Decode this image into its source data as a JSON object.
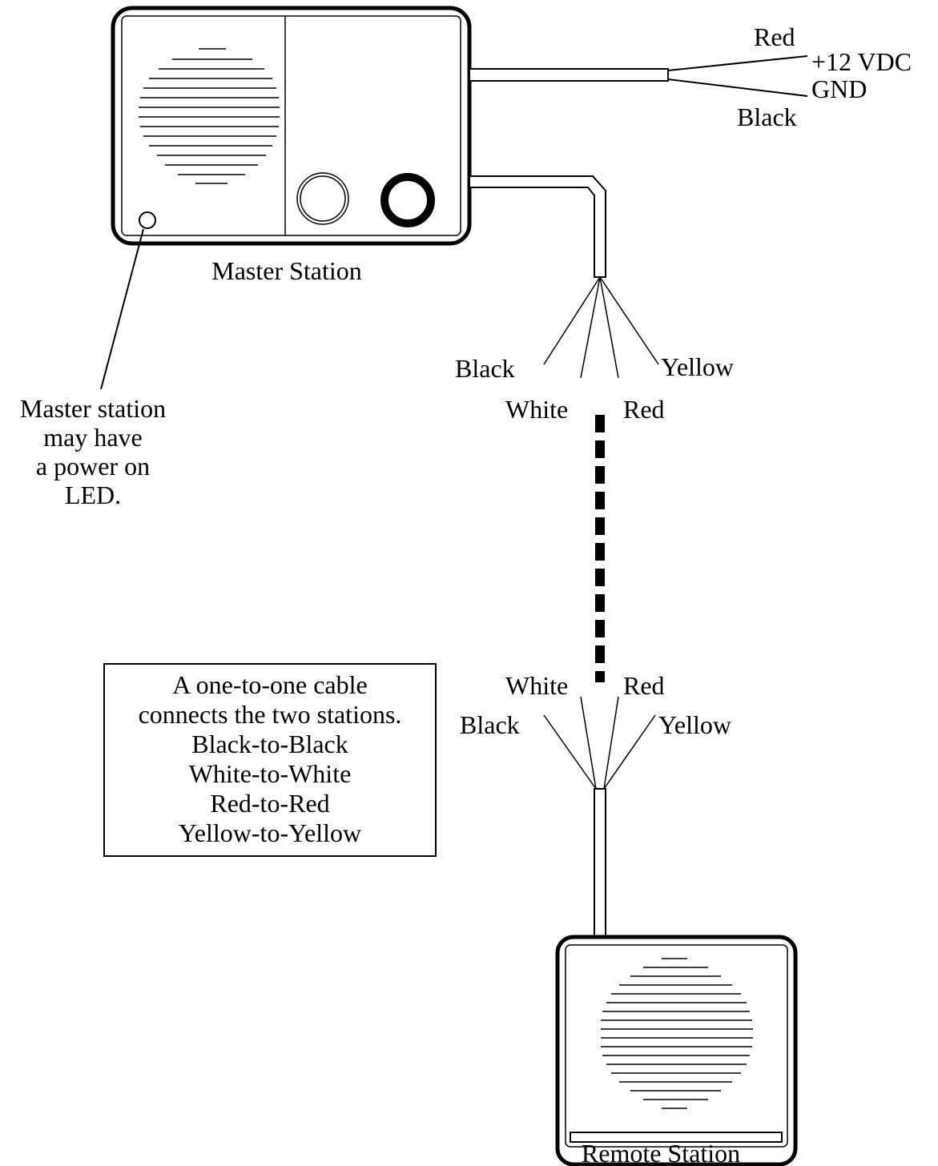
{
  "master_station": {
    "label": "Master Station",
    "led_note": [
      "Master station",
      "may have",
      "a power on",
      "LED."
    ]
  },
  "power_cable": {
    "wire_1": "Red",
    "wire_1_function": "+12 VDC",
    "wire_2": "Black",
    "wire_2_function": "GND"
  },
  "master_cable_wires": {
    "black": "Black",
    "white": "White",
    "red": "Red",
    "yellow": "Yellow"
  },
  "remote_cable_wires": {
    "black": "Black",
    "white": "White",
    "red": "Red",
    "yellow": "Yellow"
  },
  "note_box": {
    "lines": [
      "A one-to-one cable",
      "connects the two stations.",
      "Black-to-Black",
      "White-to-White",
      "Red-to-Red",
      "Yellow-to-Yellow"
    ]
  },
  "remote_station": {
    "label": "Remote Station"
  }
}
